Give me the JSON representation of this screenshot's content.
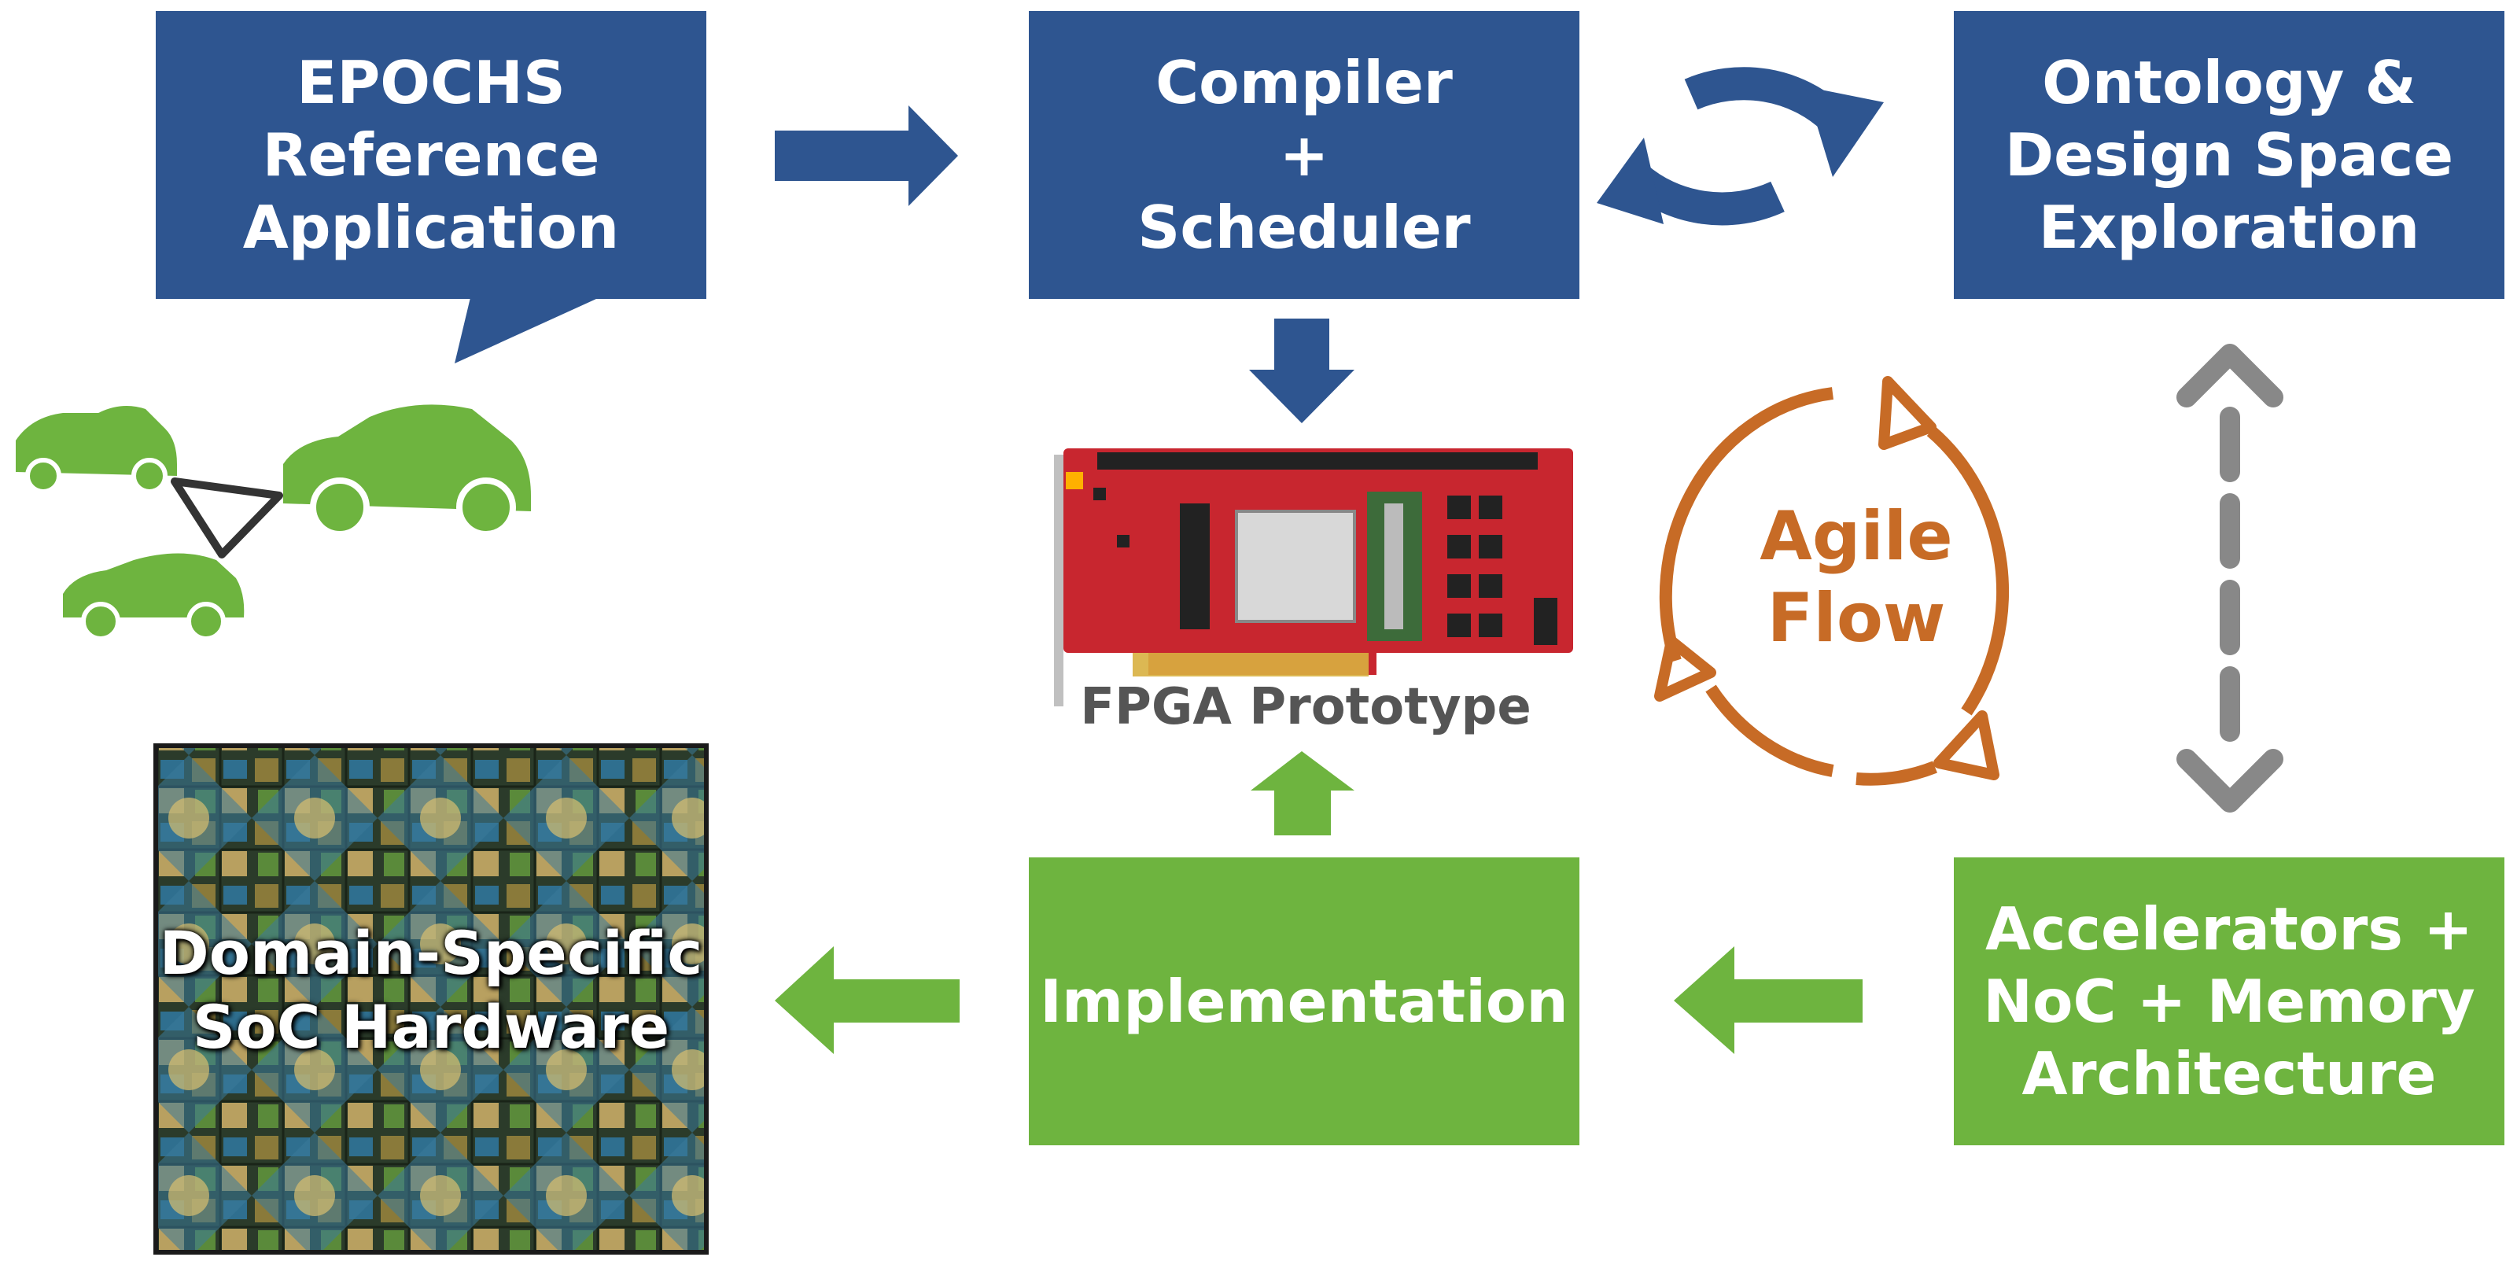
{
  "boxes": {
    "epochs": "EPOCHS\nReference\nApplication",
    "compiler": "Compiler\n+\nScheduler",
    "ontology": "Ontology &\nDesign Space\nExploration",
    "implementation": "Implementation",
    "accelerators": "Accelerators +\nNoC + Memory\nArchitecture"
  },
  "fpga_caption": "FPGA Prototype",
  "agile_label": "Agile\nFlow",
  "soc_label": "Domain-Specific\nSoC Hardware",
  "colors": {
    "blue": "#2e5590",
    "green": "#6eb43f",
    "orange": "#c76b26",
    "gray": "#888888"
  }
}
